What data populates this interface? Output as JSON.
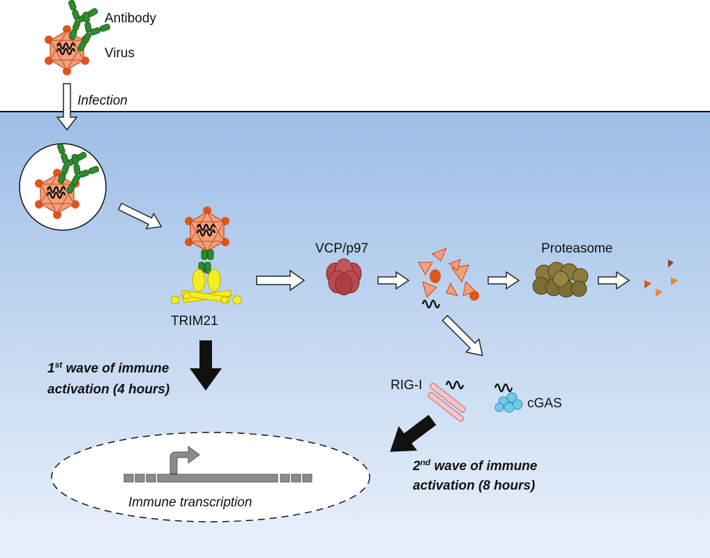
{
  "labels": {
    "antibody": "Antibody",
    "virus": "Virus",
    "infection": "Infection",
    "trim21": "TRIM21",
    "vcp": "VCP/p97",
    "proteasome": "Proteasome",
    "rigi": "RIG-I",
    "cgas": "cGAS",
    "immune_transcription": "Immune transcription"
  },
  "wave1": {
    "prefix": "1",
    "sup": "st",
    "line1_rest": " wave of immune",
    "line2": "activation (4 hours)"
  },
  "wave2": {
    "prefix": "2",
    "sup": "nd",
    "line1_rest": " wave of immune",
    "line2": "activation (8 hours)"
  },
  "colors": {
    "cytoplasm_top": "#9dbee6",
    "cytoplasm_bottom": "#e8f0fa",
    "antibody_green": "#2e8b2e",
    "capsid_orange": "#f3a07a",
    "capsid_dark": "#e0561a",
    "trim21_yellow": "#f5ee1d",
    "vcp_red": "#b8494e",
    "proteasome_olive": "#8a7a3c",
    "rigi_pink": "#f7c4c8",
    "cgas_cyan": "#6fcbe8"
  }
}
